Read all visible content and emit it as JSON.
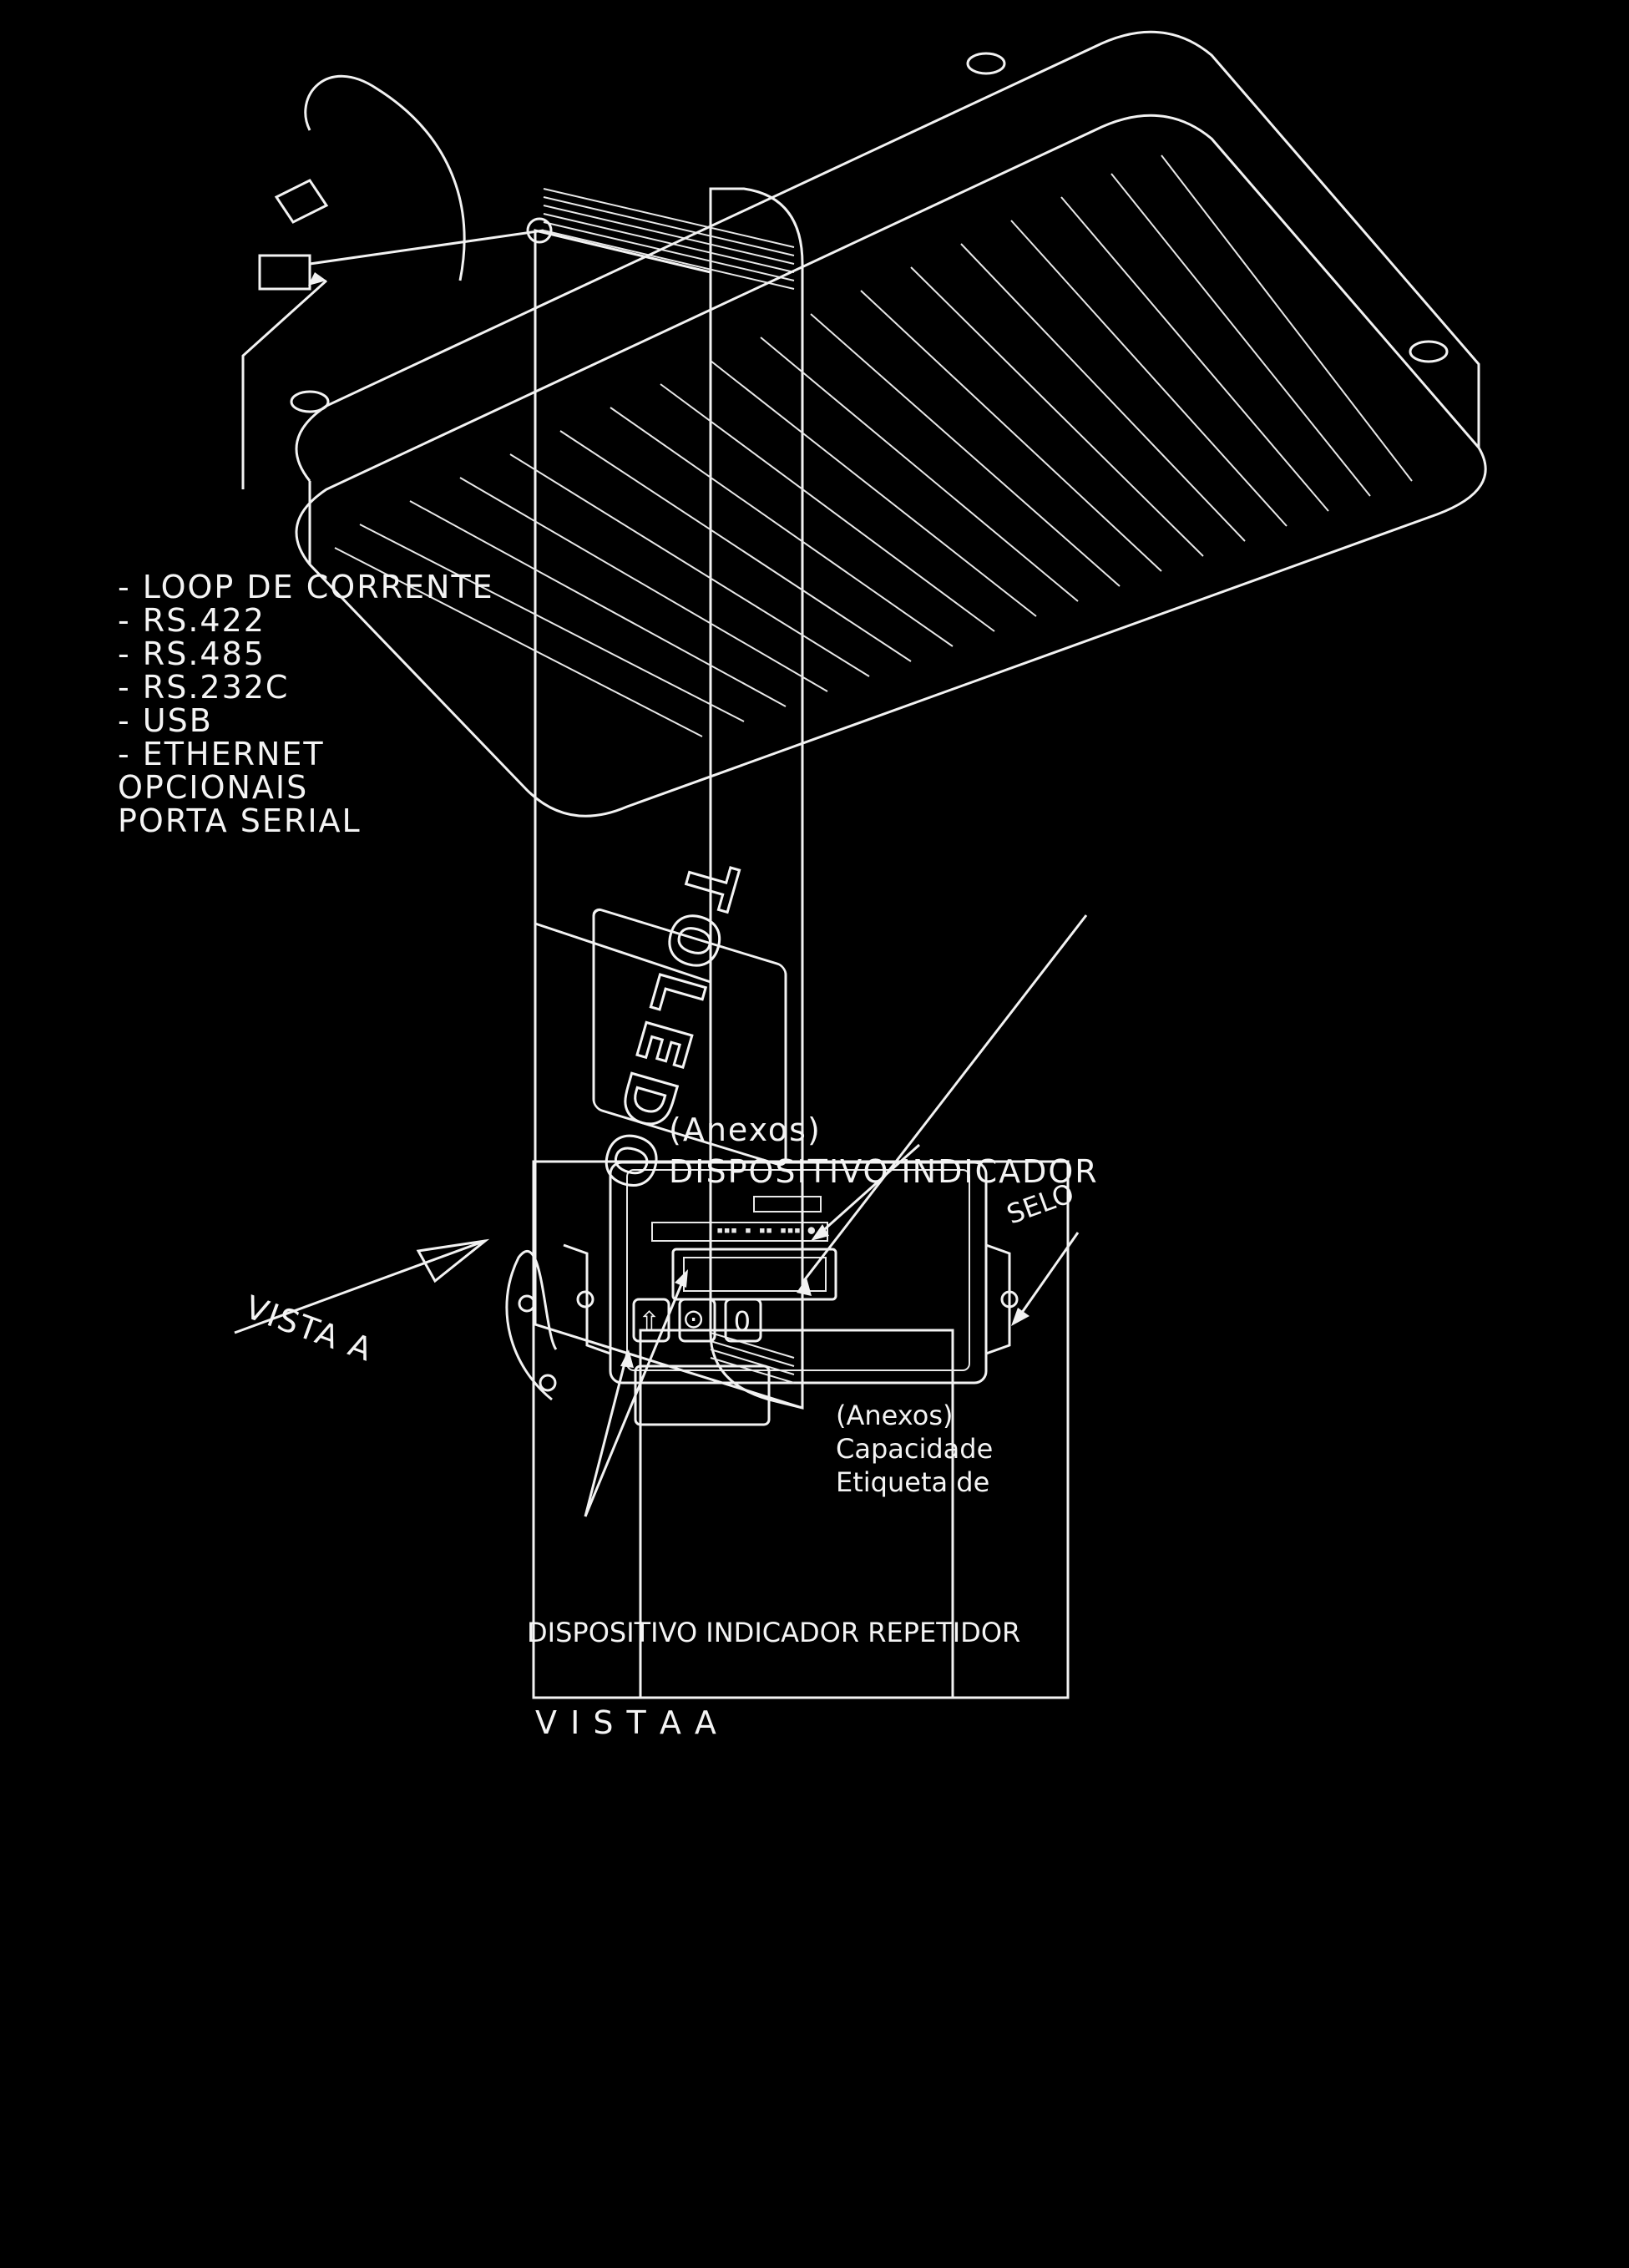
{
  "serial_port_options": {
    "title": "PORTA SERIAL",
    "subtitle": "OPCIONAIS",
    "items": [
      "- ETHERNET",
      "- USB",
      "- RS.232C",
      "- RS.485",
      "- RS.422",
      "- LOOP DE CORRENTE"
    ]
  },
  "brand": "TOLEDO",
  "indicator_label": {
    "line1": "DISPOSITIVO INDICADOR",
    "line2": "(Anexos)"
  },
  "vista_arrow_label": "VISTA A",
  "repeater_label": "DISPOSITIVO INDICADOR REPETIDOR",
  "capacity_label": {
    "line1": "Etiqueta de",
    "line2": "Capacidade",
    "line3": "(Anexos)"
  },
  "seal_label": "SELO",
  "view_a_title": "V I S T A   A",
  "colors": {
    "background": "#000000",
    "ink": "#f2f2f2"
  }
}
